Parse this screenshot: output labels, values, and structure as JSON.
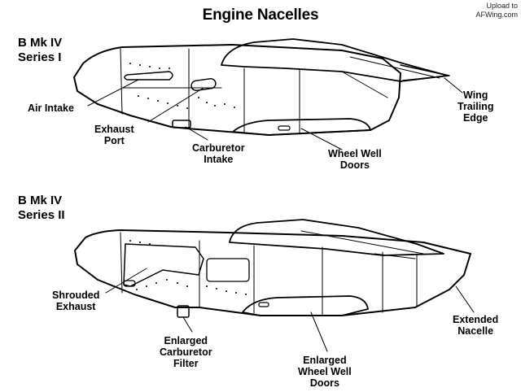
{
  "title": "Engine Nacelles",
  "watermark": {
    "line1": "Upload to",
    "line2": "AFWing.com"
  },
  "series1": {
    "heading_line1": "B Mk IV",
    "heading_line2": "Series I",
    "labels": {
      "air_intake": "Air Intake",
      "exhaust_port_line1": "Exhaust",
      "exhaust_port_line2": "Port",
      "carburetor_intake_line1": "Carburetor",
      "carburetor_intake_line2": "Intake",
      "wheel_well_doors_line1": "Wheel Well",
      "wheel_well_doors_line2": "Doors",
      "wing_trailing_edge_line1": "Wing",
      "wing_trailing_edge_line2": "Trailing",
      "wing_trailing_edge_line3": "Edge"
    }
  },
  "series2": {
    "heading_line1": "B Mk IV",
    "heading_line2": "Series II",
    "labels": {
      "shrouded_exhaust_line1": "Shrouded",
      "shrouded_exhaust_line2": "Exhaust",
      "enlarged_carburetor_filter_line1": "Enlarged",
      "enlarged_carburetor_filter_line2": "Carburetor",
      "enlarged_carburetor_filter_line3": "Filter",
      "enlarged_wheel_well_doors_line1": "Enlarged",
      "enlarged_wheel_well_doors_line2": "Wheel Well",
      "enlarged_wheel_well_doors_line3": "Doors",
      "extended_nacelle_line1": "Extended",
      "extended_nacelle_line2": "Nacelle"
    }
  }
}
